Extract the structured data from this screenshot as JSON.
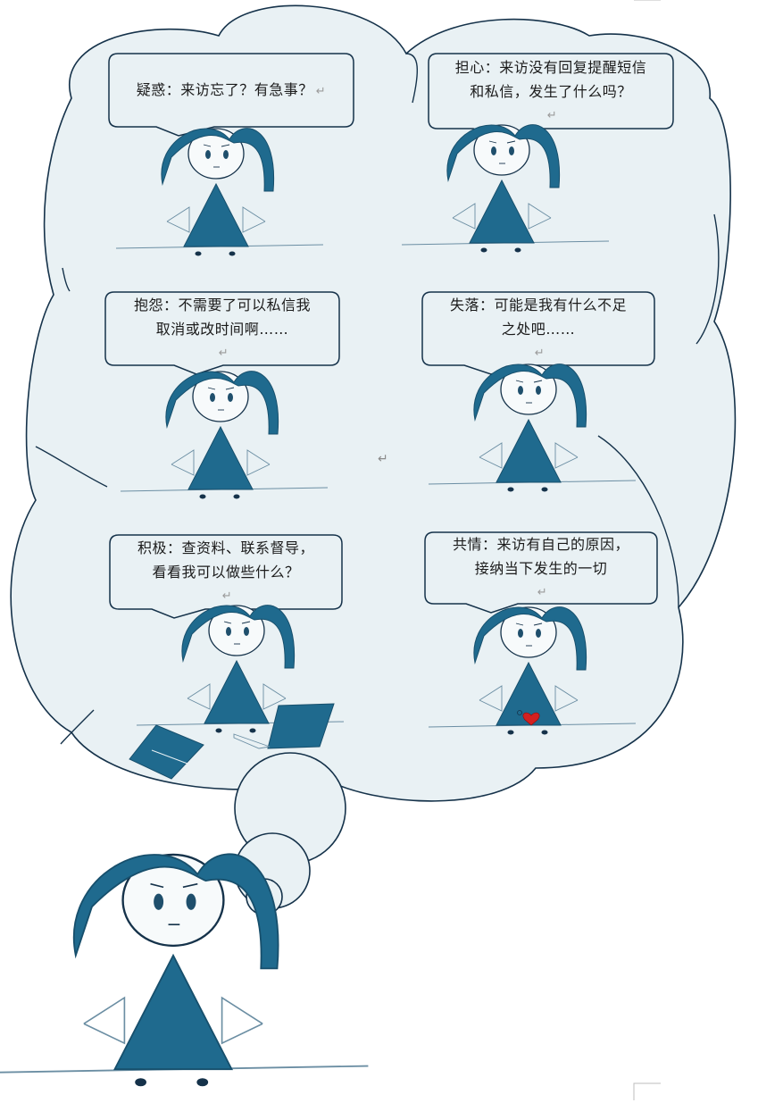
{
  "bubbles": [
    {
      "label": "疑惑",
      "lines": [
        "疑惑：来访忘了？有急事？"
      ]
    },
    {
      "label": "担心",
      "lines": [
        "担心：来访没有回复提醒短信",
        "和私信，发生了什么吗？"
      ]
    },
    {
      "label": "抱怨",
      "lines": [
        "抱怨：不需要了可以私信我",
        "取消或改时间啊……"
      ]
    },
    {
      "label": "失落",
      "lines": [
        "失落：可能是我有什么不足",
        "之处吧……"
      ]
    },
    {
      "label": "积极",
      "lines": [
        "积极：查资料、联系督导，",
        "看看我可以做些什么？"
      ]
    },
    {
      "label": "共情",
      "lines": [
        "共情：来访有自己的原因，",
        "接纳当下发生的一切"
      ]
    }
  ],
  "marks": {
    "return_symbol": "↵"
  },
  "colors": {
    "figure": "#1f6a8e",
    "figure_dark": "#174f6c",
    "cloud_fill": "#e9f1f4",
    "outline": "#15324a",
    "heart": "#d32020"
  },
  "icons": [
    "cloud-shape",
    "thought-bubble-circle",
    "girl-figure",
    "book-icon",
    "laptop-icon",
    "heart-icon"
  ]
}
